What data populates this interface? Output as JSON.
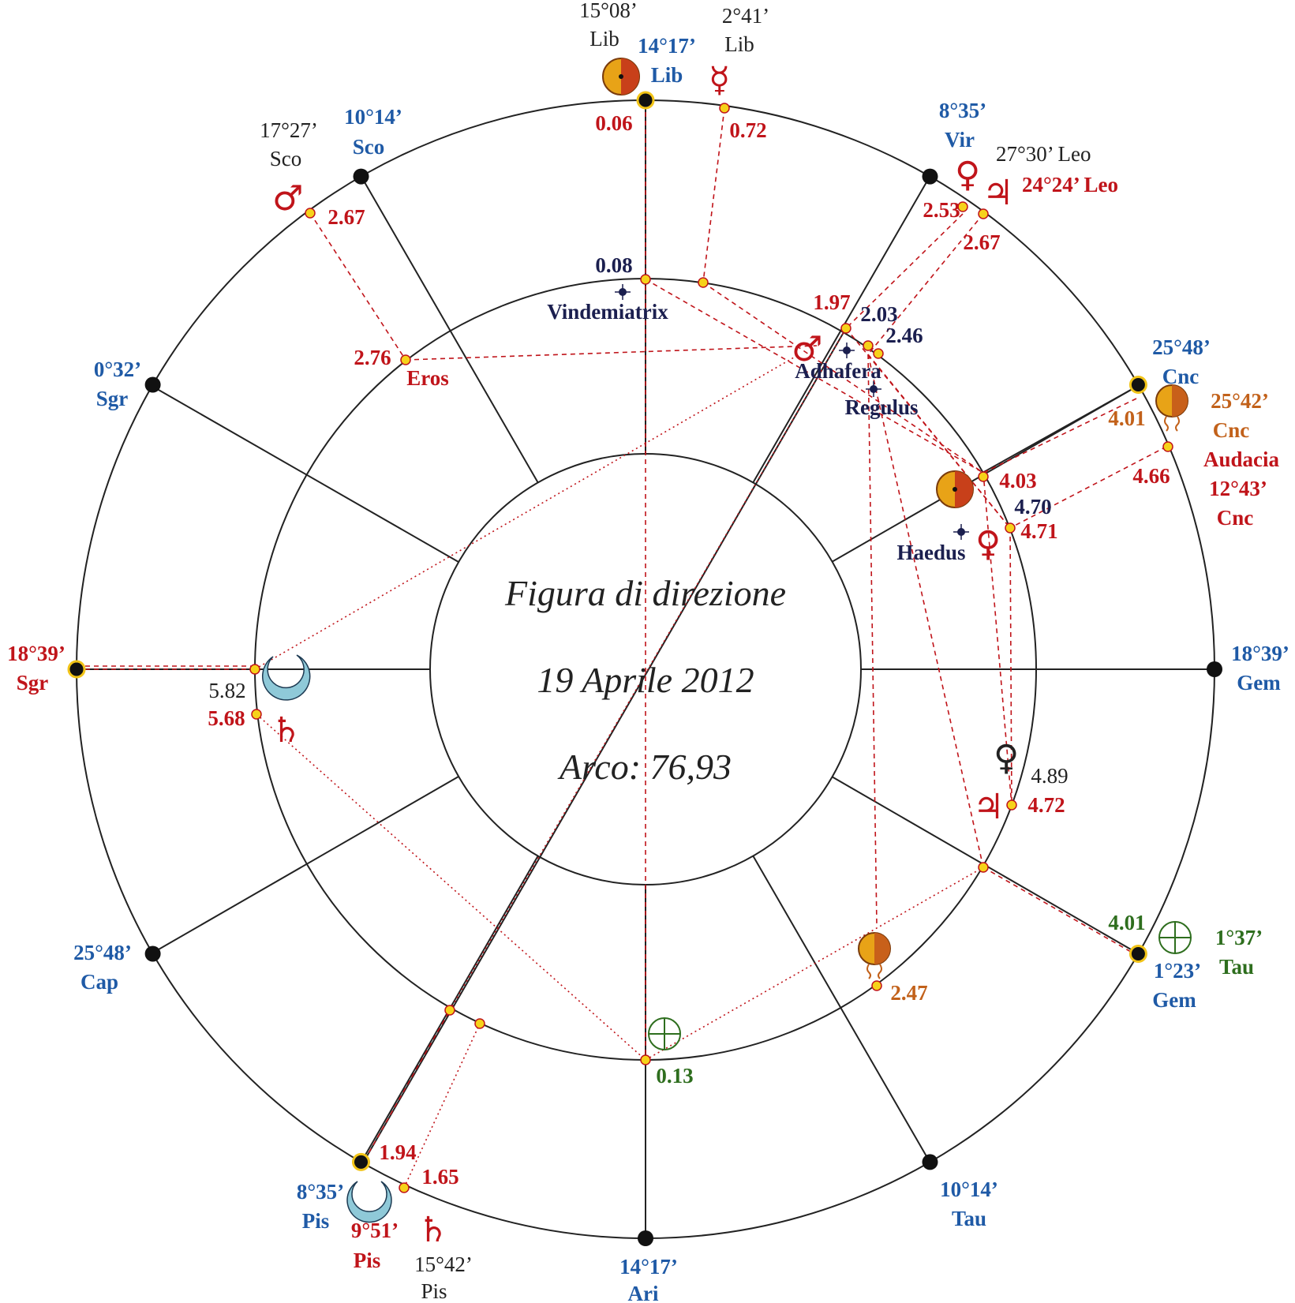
{
  "center": {
    "title": "Figura di direzione",
    "date": "19 Aprile 2012",
    "arc": "Arco: 76,93"
  },
  "colors": {
    "house_cusp": "#1f5aa6",
    "direction": "#c0141a",
    "star": "#1b1f4f",
    "natal": "#222222",
    "fortune": "#2e6e1e",
    "node": "#c2611a"
  },
  "house_cusps": [
    {
      "deg": "14°17’",
      "sign": "Lib"
    },
    {
      "deg": "10°14’",
      "sign": "Sco"
    },
    {
      "deg": "0°32’",
      "sign": "Sgr"
    },
    {
      "deg": "18°39’",
      "sign": "Sgr"
    },
    {
      "deg": "25°48’",
      "sign": "Cap"
    },
    {
      "deg": "8°35’",
      "sign": "Pis"
    },
    {
      "deg": "14°17’",
      "sign": "Ari"
    },
    {
      "deg": "10°14’",
      "sign": "Tau"
    },
    {
      "deg": "1°23’",
      "sign": "Gem"
    },
    {
      "deg": "18°39’",
      "sign": "Gem"
    },
    {
      "deg": "25°48’",
      "sign": "Cnc"
    },
    {
      "deg": "8°35’",
      "sign": "Vir"
    }
  ],
  "planets": {
    "sun_natal": {
      "deg": "15°08’",
      "sign": "Lib"
    },
    "mercury": {
      "deg": "2°41’",
      "sign": "Lib"
    },
    "mars": {
      "deg": "17°27’",
      "sign": "Sco"
    },
    "jupiter_natal": {
      "text": "27°30’ Leo"
    },
    "jupiter_dir": {
      "text": "24°24’ Leo"
    },
    "node": {
      "deg": "25°42’",
      "sign": "Cnc"
    },
    "audacia": {
      "name": "Audacia",
      "deg": "12°43’",
      "sign": "Cnc"
    },
    "fortune": {
      "deg": "1°37’",
      "sign": "Tau"
    },
    "moon": {
      "deg": "9°51’",
      "sign": "Pis"
    },
    "saturn": {
      "deg": "15°42’",
      "sign": "Pis"
    }
  },
  "stars": {
    "vindemiatrix": "Vindemiatrix",
    "adhafera": "Adhafera",
    "regulus": "Regulus",
    "haedus": "Haedus",
    "eros": "Eros"
  },
  "arcs": {
    "mc_top": "0.06",
    "mercury": "0.72",
    "mars": "2.67",
    "venus_upper": "2.53",
    "jupiter_upper": "2.67",
    "vindemiatrix": "0.08",
    "mars_inner": "1.97",
    "adhafera": "2.03",
    "regulus": "2.46",
    "eros": "2.76",
    "node": "4.01",
    "audacia": "4.66",
    "sun_inner": "4.03",
    "haedus": "4.70",
    "venus_inner": "4.71",
    "moon_natal": "5.82",
    "saturn_west": "5.68",
    "venus_lower": "4.89",
    "jupiter_lower": "4.72",
    "fortune_east": "4.01",
    "node_lower": "2.47",
    "fortune_inner": "0.13",
    "moon_lower": "1.94",
    "saturn_lower": "1.65"
  }
}
